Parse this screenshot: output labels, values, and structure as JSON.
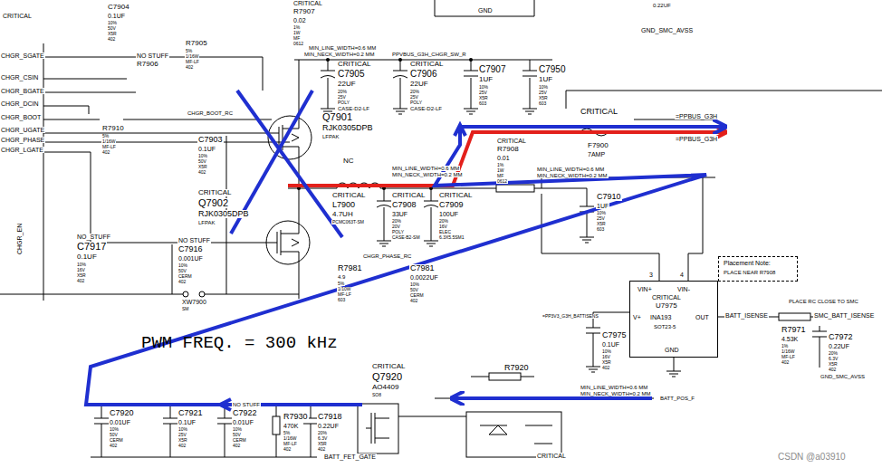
{
  "diagram": {
    "nodes": [
      {
        "text": [
          "VIN+",
          "VIN-",
          "CRITICAL",
          "U7975",
          "V+",
          "INA193",
          "OUT",
          "SOT23-5",
          "GND"
        ]
      },
      {
        "text": [
          "Placement Note:",
          "PLACE NEAR R7908"
        ]
      }
    ],
    "labels": [
      "CRITICAL",
      "C7904",
      "0.1UF",
      "10%",
      "50V",
      "X5R",
      "402",
      "R7905",
      "5%",
      "1/16W",
      "MF-LF",
      "402",
      "NO STUFF",
      "R7906",
      "CHGR_SGATE",
      "CHGR_CSIN",
      "CHGR_BGATE",
      "CHGR_DCIN",
      "CHGR_BOOT",
      "CHGR_UGATE",
      "CHGR_PHASE",
      "CHGR_LGATE",
      "CHGR_EN",
      "CRITICAL",
      "R7907",
      "0.02",
      "1%",
      "1W",
      "MF",
      "0612",
      "MIN_LINE_WIDTH=0.6 MM",
      "MIN_NECK_WIDTH=0.2 MM",
      "PPVBUS_G3H_CHGR_SW_R",
      "CRITICAL",
      "C7905",
      "22UF",
      "20%",
      "25V",
      "POLY",
      "CASE-D2-LF",
      "CRITICAL",
      "C7906",
      "22UF",
      "20%",
      "25V",
      "POLY",
      "CASE-D2-LF",
      "C7907",
      "1UF",
      "10%",
      "25V",
      "X5R",
      "603",
      "C7950",
      "1UF",
      "10%",
      "25V",
      "X5R",
      "603",
      "R7910",
      "5%",
      "1/16W",
      "MF-LF",
      "402",
      "CHGR_BOOT_RC",
      "Q7901",
      "RJK0305DPB",
      "LFPAK",
      "C7903",
      "0.1UF",
      "10%",
      "50V",
      "X5R",
      "402",
      "CRITICAL",
      "=PPBUS_G3H",
      "=PPBUS_G3H",
      "CRITICAL",
      "R7908",
      "0.01",
      "1%",
      "1W",
      "MF",
      "0612",
      "F7900",
      "7AMP",
      "MIN_LINE_WIDTH=0.6 MM",
      "MIN_NECK_WIDTH=0.2 MM",
      "NC",
      "CRITICAL",
      "L7900",
      "4.7UH",
      "PCMC063T-SM",
      "MIN_LINE_WIDTH=0.6 MM",
      "MIN_NECK_WIDTH=0.2 MM",
      "CRITICAL",
      "C7908",
      "33UF",
      "20%",
      "20V",
      "POLY",
      "CASE-B2-SM",
      "CRITICAL",
      "C7909",
      "100UF",
      "20%",
      "16V",
      "ELEC",
      "6.3X5.5SM1",
      "C7910",
      "1UF",
      "10%",
      "25V",
      "X5R",
      "603",
      "CRITICAL",
      "Q7902",
      "RJK0305DPB",
      "LFPAK",
      "NO_STUFF",
      "C7917",
      "0.1UF",
      "10%",
      "16V",
      "X5R",
      "402",
      "NO STUFF",
      "C7916",
      "0.001UF",
      "10%",
      "50V",
      "CERM",
      "402",
      "XW7900",
      "SM",
      "CHGR_PHASE_RC",
      "R7981",
      "4.9",
      "5%",
      "1/10W",
      "MF-LF",
      "603",
      "C7981",
      "0.0022UF",
      "10%",
      "50V",
      "CERM",
      "402",
      "3",
      "4",
      "=PP3V3_G3H_BATTISENS",
      "C7975",
      "0.1UF",
      "10%",
      "16V",
      "X5R",
      "402",
      "BATT_ISENSE",
      "R7971",
      "4.53K",
      "1%",
      "1/16W",
      "MF-LF",
      "402",
      "SMC_BATT_ISENSE",
      "C7972",
      "0.22UF",
      "20%",
      "6.3V",
      "X5R",
      "402",
      "GND_SMC_AVSS",
      "PLACE RC CLOSE TO SMC",
      "PWM FREQ. = 300 kHz",
      "CRITICAL",
      "Q7920",
      "AO4409",
      "SO8",
      "R7920",
      "MIN_LINE_WIDTH=0.6 MM",
      "MIN_NECK_WIDTH=0.2 MM",
      "BATT_POS_F",
      "C7920",
      "0.01UF",
      "10%",
      "50V",
      "CERM",
      "402",
      "C7921",
      "0.1UF",
      "10%",
      "25V",
      "X5R",
      "402",
      "NO STUFF",
      "C7922",
      "0.01UF",
      "10%",
      "50V",
      "CERM",
      "402",
      "R7930",
      "470K",
      "5%",
      "1/16W",
      "MF-LF",
      "402",
      "C7918",
      "0.22UF",
      "20%",
      "6.3V",
      "X5R",
      "402",
      "BATT_FET_GATE",
      "CRITICAL",
      "GND",
      "GND_SMC_AVSS",
      "0.22UF",
      "CSDN @a03910"
    ]
  }
}
